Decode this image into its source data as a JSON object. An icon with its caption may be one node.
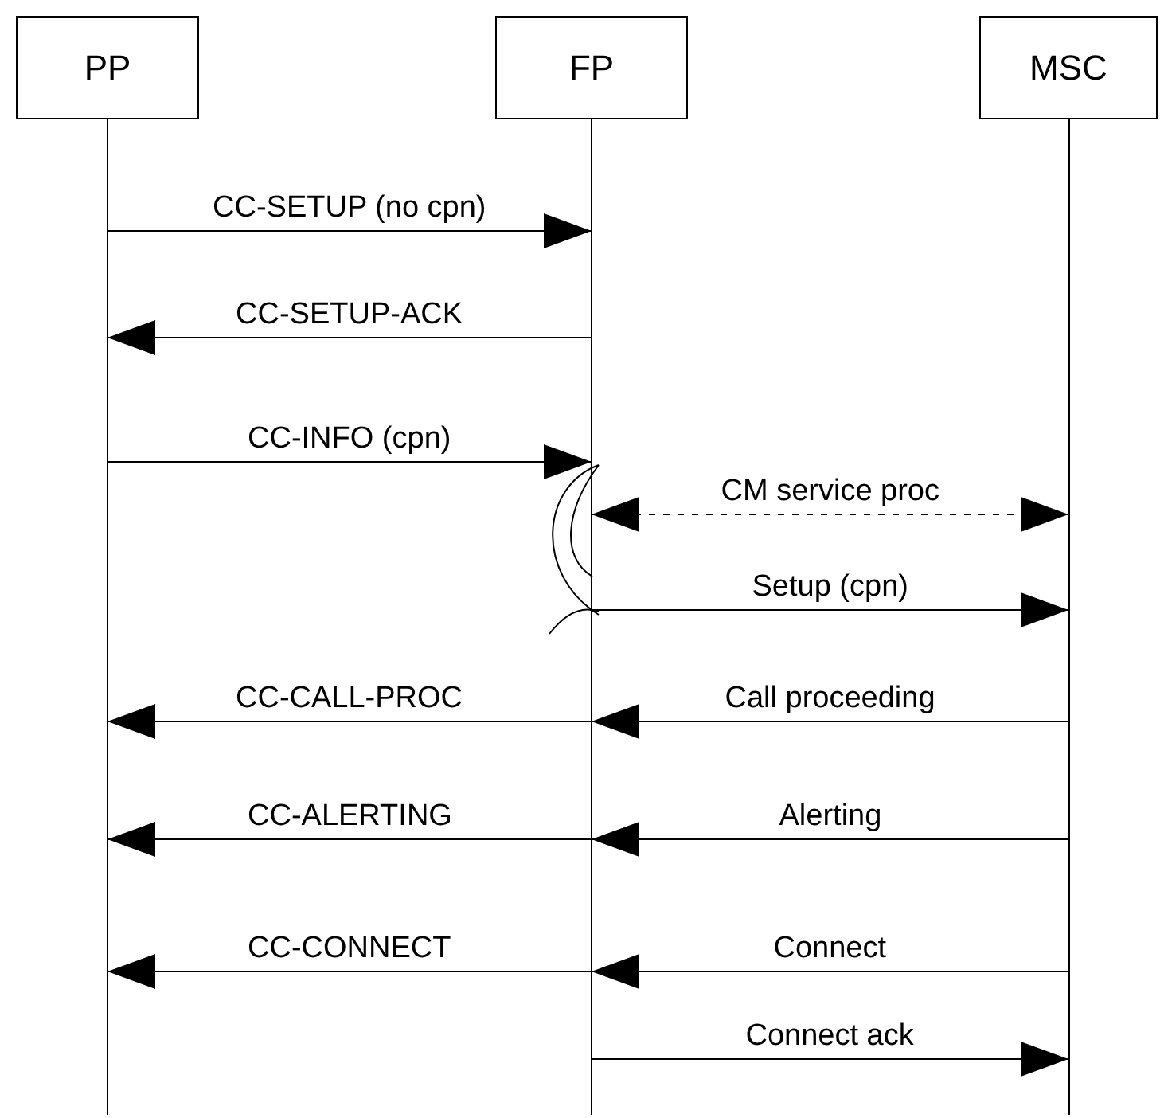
{
  "diagram": {
    "nodes": [
      {
        "text": [
          "PP"
        ]
      },
      {
        "text": [
          "FP"
        ]
      },
      {
        "text": [
          "MSC"
        ]
      }
    ],
    "edges": [
      {
        "from": 0,
        "to": 1,
        "arrow": "to",
        "label": "CC-SETUP (no cpn)"
      },
      {
        "from": 1,
        "to": 0,
        "arrow": "to",
        "label": "CC-SETUP-ACK"
      },
      {
        "from": 0,
        "to": 1,
        "arrow": "to",
        "label": "CC-INFO (cpn)"
      },
      {
        "from": 1,
        "to": 2,
        "arrow": "both",
        "label": "CM service proc",
        "style": "dashed"
      },
      {
        "from": 1,
        "to": 2,
        "arrow": "to",
        "label": "Setup (cpn)"
      },
      {
        "from": 1,
        "to": 0,
        "arrow": "to",
        "label": "CC-CALL-PROC"
      },
      {
        "from": 2,
        "to": 1,
        "arrow": "to",
        "label": "Call proceeding"
      },
      {
        "from": 1,
        "to": 0,
        "arrow": "to",
        "label": "CC-ALERTING"
      },
      {
        "from": 2,
        "to": 1,
        "arrow": "to",
        "label": "Alerting"
      },
      {
        "from": 1,
        "to": 0,
        "arrow": "to",
        "label": "CC-CONNECT"
      },
      {
        "from": 2,
        "to": 1,
        "arrow": "to",
        "label": "Connect"
      },
      {
        "from": 1,
        "to": 2,
        "arrow": "to",
        "label": "Connect ack"
      }
    ]
  }
}
